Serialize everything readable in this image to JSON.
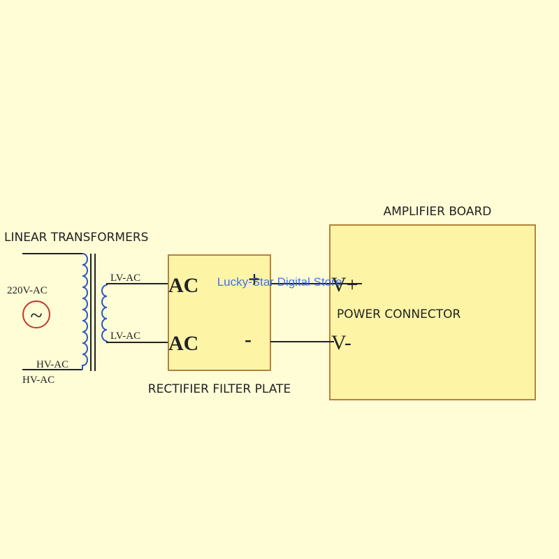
{
  "labels": {
    "amplifier_board": "AMPLIFIER BOARD",
    "linear_transformers": "LINEAR TRANSFORMERS",
    "source_voltage": "220V-AC",
    "source_symbol": "~",
    "hv_ac_top": "HV-AC",
    "hv_ac_bottom": "HV-AC",
    "lv_ac_top": "LV-AC",
    "lv_ac_bottom": "LV-AC",
    "rect_ac_top": "AC",
    "rect_ac_bottom": "AC",
    "rect_plus": "+",
    "rect_minus": "-",
    "rectifier_filter_plate": "RECTIFIER FILTER PLATE",
    "v_plus": "V+",
    "v_minus": "V-",
    "power_connector": "POWER CONNECTOR",
    "watermark": "Lucky-Star Digital Store"
  },
  "colors": {
    "background": "#fffdd6",
    "box_fill": "#fdf4a6",
    "box_stroke": "#b4823c",
    "coil": "#2a57c8",
    "source_circle": "#c0392b",
    "wire": "#222222",
    "watermark": "#1e5bff"
  }
}
